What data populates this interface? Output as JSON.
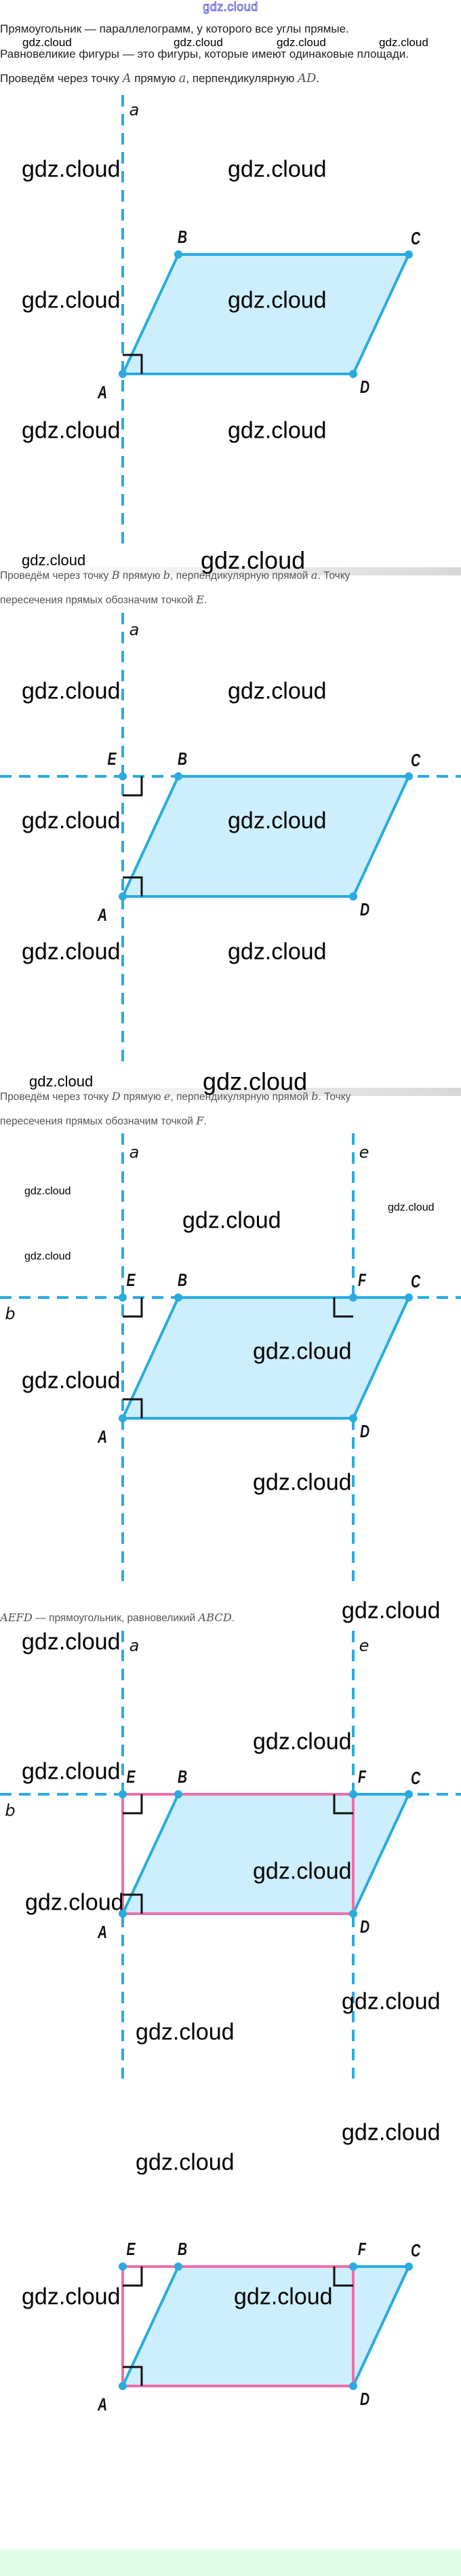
{
  "header_watermark": "gdz.cloud",
  "watermark": "gdz.cloud",
  "intro": {
    "definition_rectangle": "Прямоугольник — параллелограмм, у которого все углы прямые.",
    "definition_equal_area": "Равновеликие фигуры — это фигуры, которые имеют одинаковые площади."
  },
  "steps": [
    {
      "segments": [
        "Проведём через точку ",
        "A",
        " прямую ",
        "a",
        ", перпендикулярную ",
        "AD",
        "."
      ]
    },
    {
      "segments": [
        "Проведём через точку ",
        "B",
        " прямую ",
        "b",
        ", перпендикулярную прямой ",
        "a",
        ". Точку"
      ],
      "segments2": [
        "пересечения прямых обозначим точкой ",
        "E",
        "."
      ]
    },
    {
      "segments": [
        "Проведём через точку ",
        "D",
        " прямую ",
        "e",
        ", перпендикулярную прямой ",
        "b",
        ". Точку"
      ],
      "segments2": [
        "пересечения прямых обозначим точкой ",
        "F",
        "."
      ]
    },
    {
      "segments": [
        "",
        "AEFD",
        " — прямоугольник, равновеликий ",
        "ABCD",
        "."
      ]
    }
  ],
  "figure_labels": {
    "A": "A",
    "B": "B",
    "C": "C",
    "D": "D",
    "E": "E",
    "F": "F",
    "a": "a",
    "b": "b",
    "e": "e"
  },
  "colors": {
    "line": "#29abe2",
    "fill": "#cdeefc",
    "rectangle": "#f06eaa",
    "right_angle": "#111111",
    "footer": "#dcfce8"
  }
}
